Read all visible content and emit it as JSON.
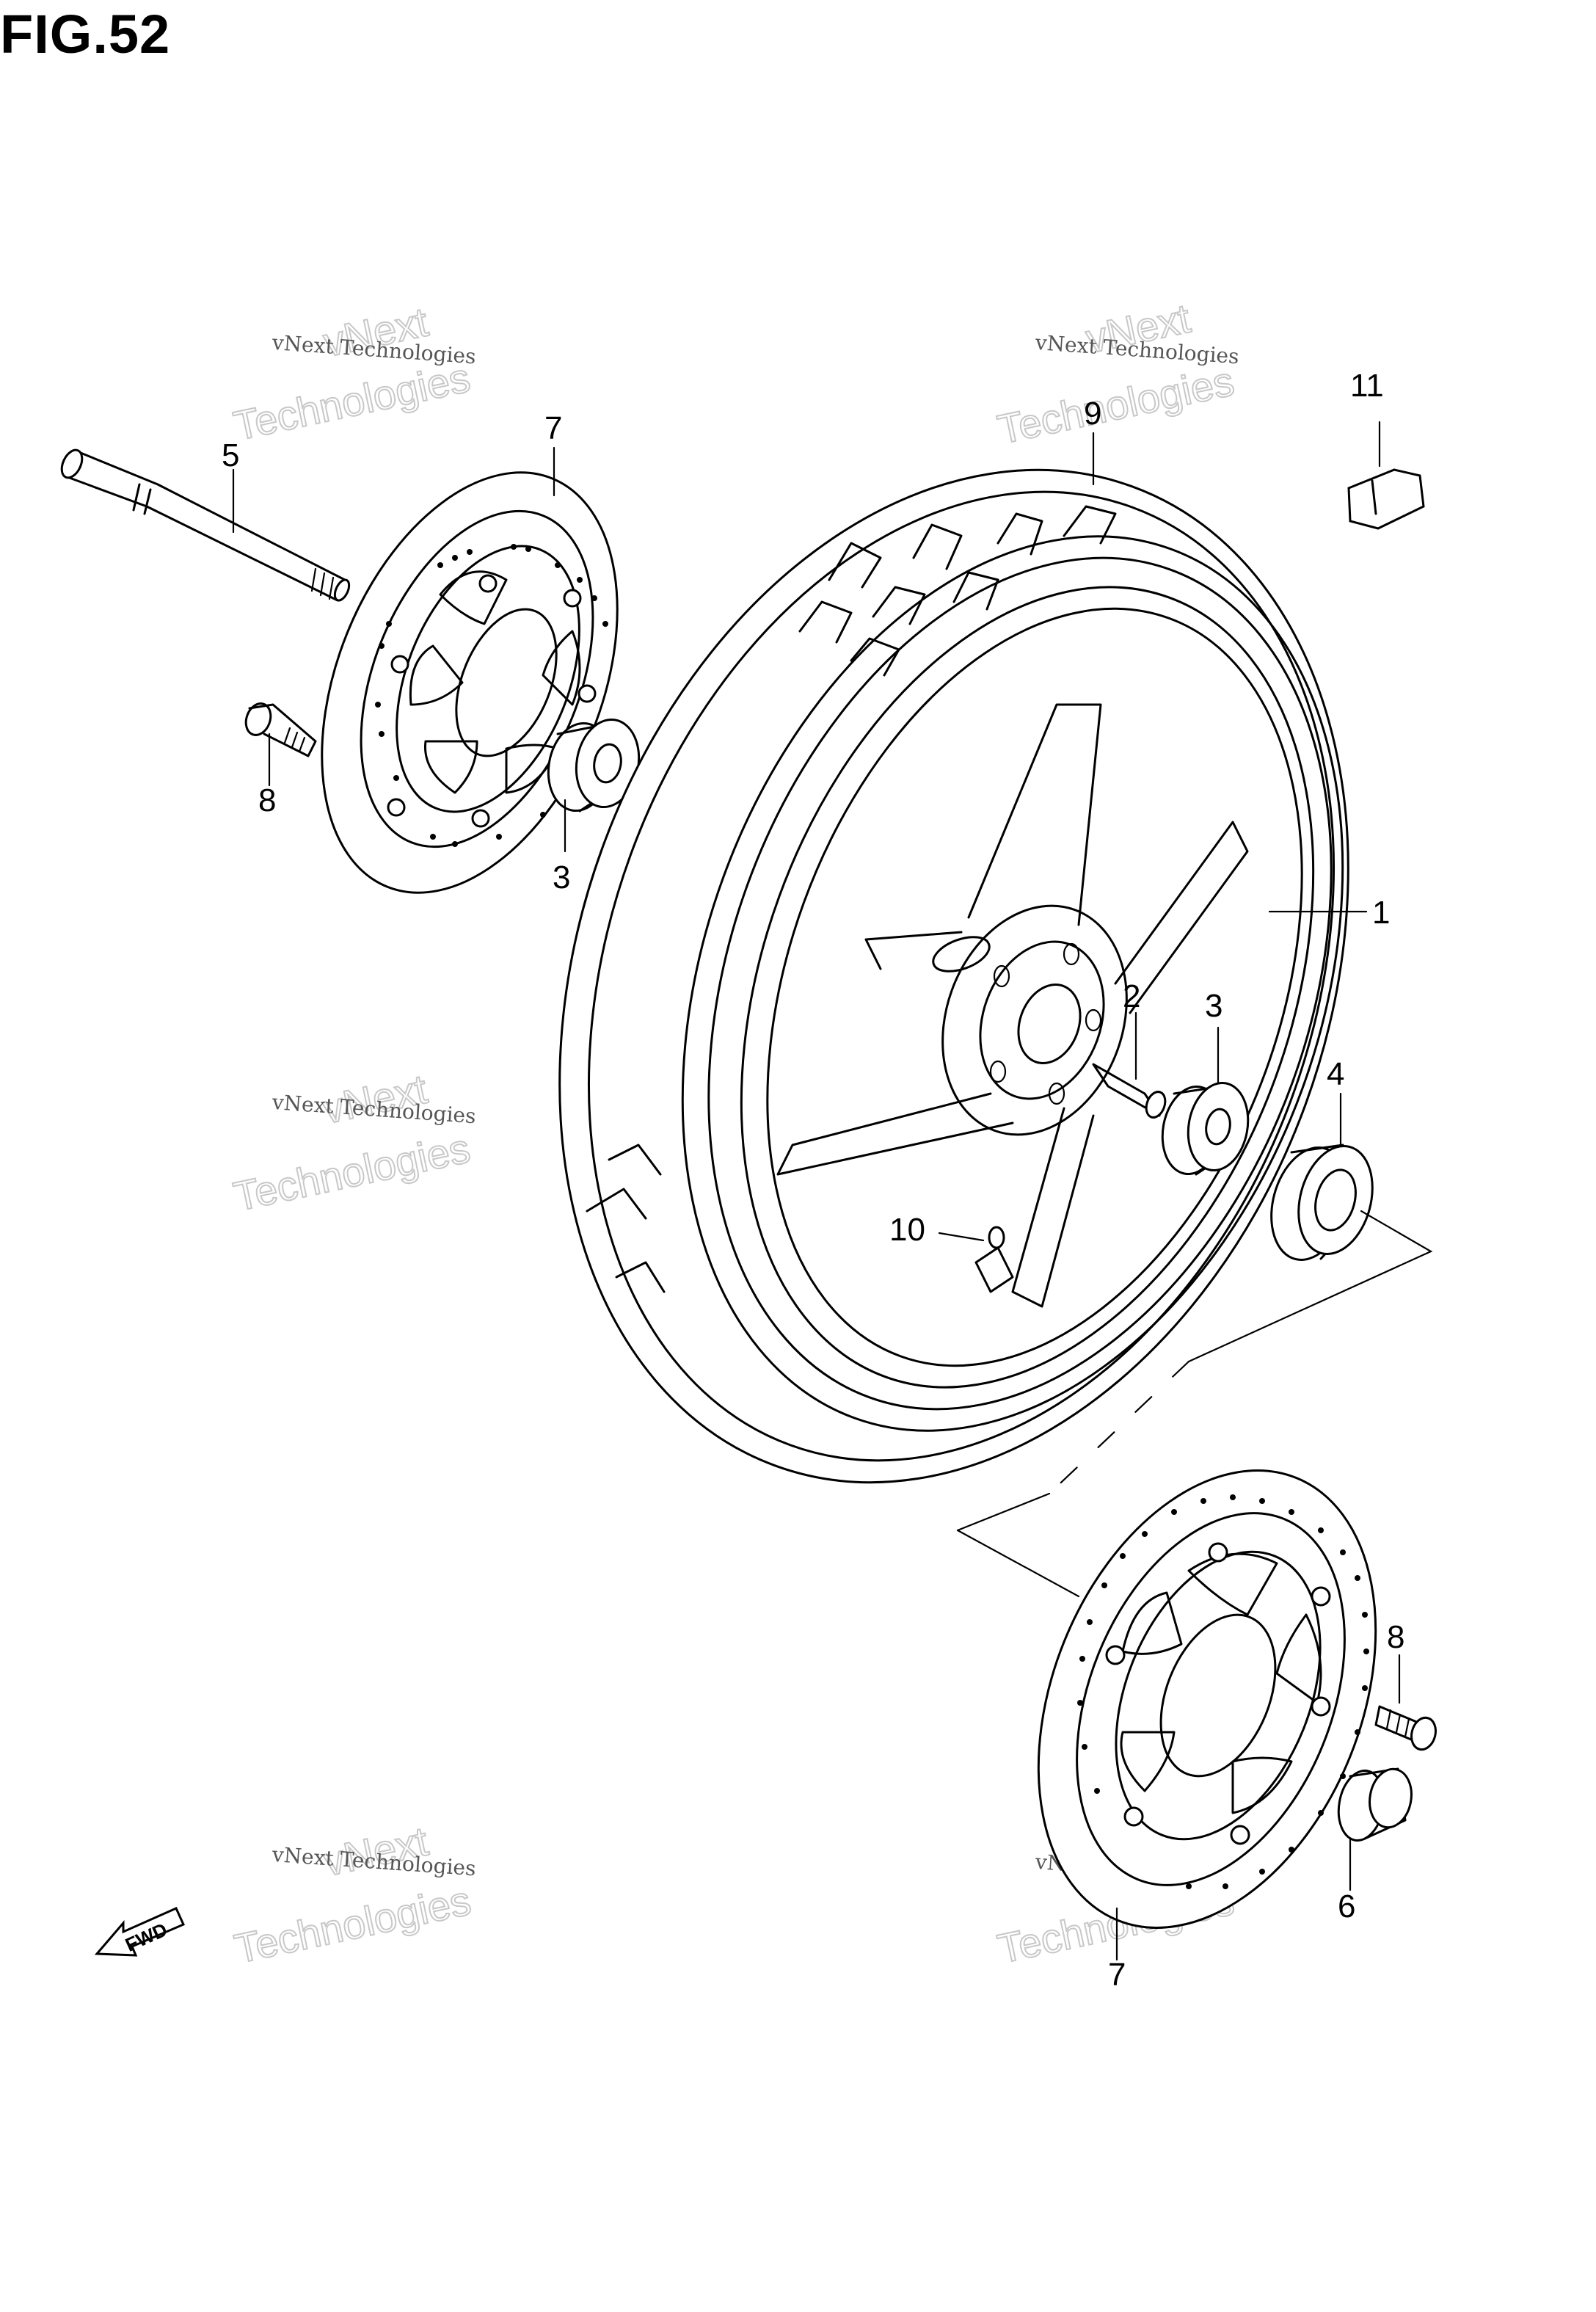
{
  "figure": {
    "title": "FIG.52"
  },
  "callouts": {
    "c1": "1",
    "c2": "2",
    "c3a": "3",
    "c3b": "3",
    "c4": "4",
    "c5": "5",
    "c6": "6",
    "c7a": "7",
    "c7b": "7",
    "c8a": "8",
    "c8b": "8",
    "c9": "9",
    "c10": "10",
    "c11": "11"
  },
  "fwd_label": "FWD",
  "watermark": {
    "line1": "vNext Technologies",
    "line2": "vNext",
    "line3": "Technologies"
  }
}
